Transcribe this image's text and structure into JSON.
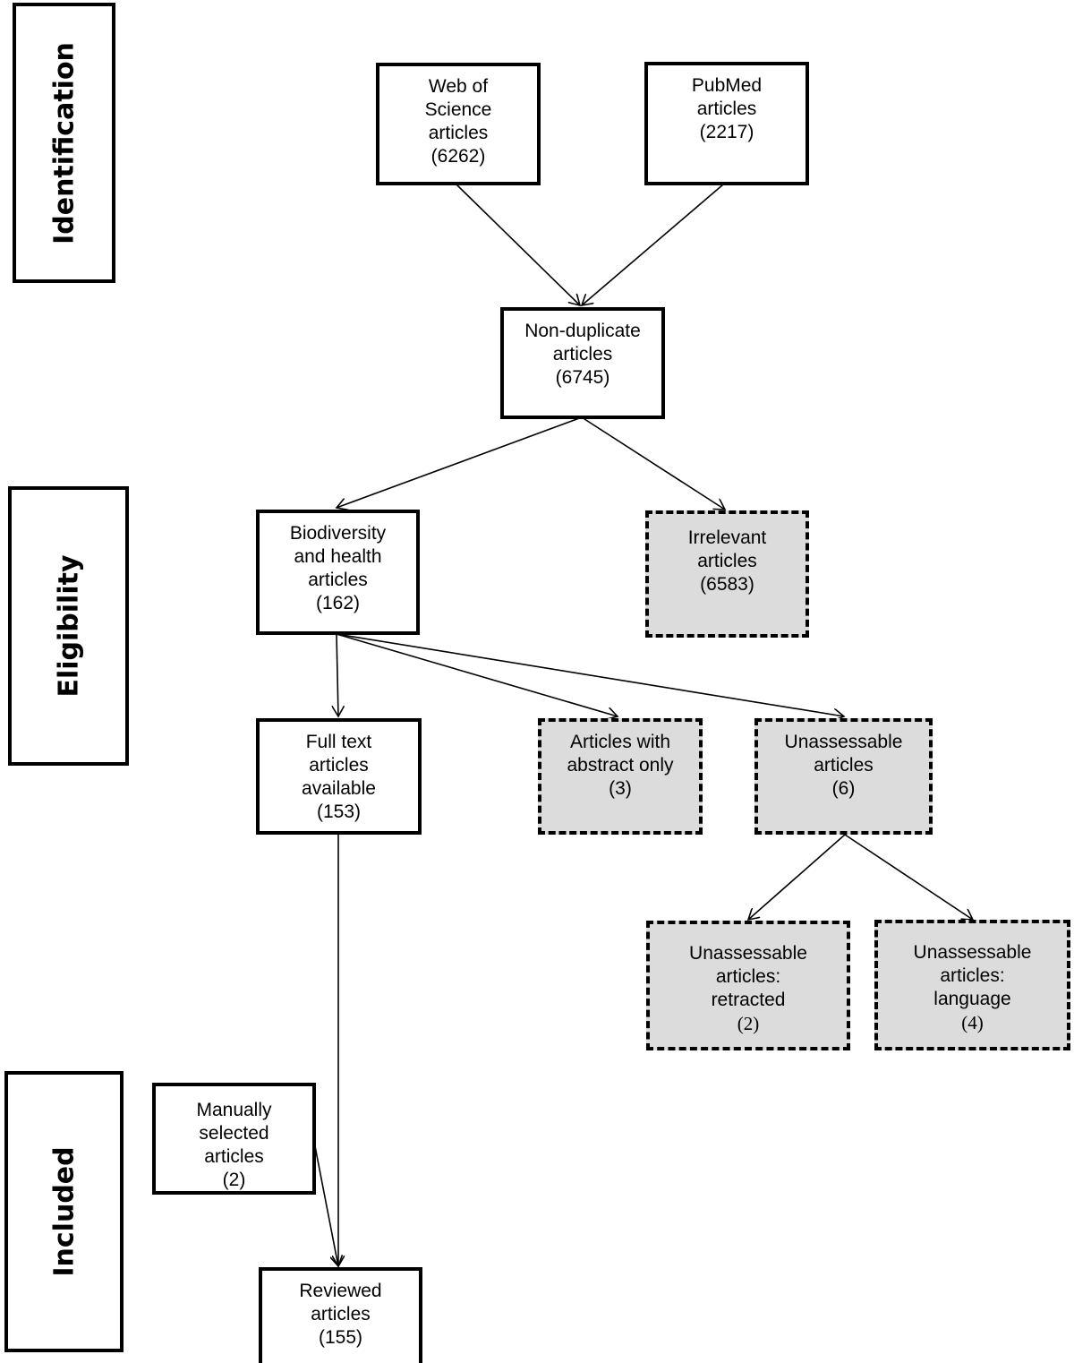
{
  "stages": {
    "identification": "Identification",
    "eligibility": "Eligibility",
    "included": "Included"
  },
  "boxes": {
    "web_of_science": [
      "Web of",
      "Science",
      "articles",
      "(6262)"
    ],
    "pubmed": [
      "PubMed",
      "articles",
      "(2217)"
    ],
    "non_duplicate": [
      "Non-duplicate",
      "articles",
      "(6745)"
    ],
    "biodiversity_health": [
      "Biodiversity",
      "and health",
      "articles",
      "(162)"
    ],
    "irrelevant": [
      "Irrelevant",
      "articles",
      "(6583)"
    ],
    "full_text": [
      "Full text",
      "articles",
      "available",
      "(153)"
    ],
    "abstract_only": [
      "Articles with",
      "abstract only",
      "(3)"
    ],
    "unassessable": [
      "Unassessable",
      "articles",
      "(6)"
    ],
    "unassessable_retracted": [
      "Unassessable",
      "articles:",
      "retracted",
      "(2)"
    ],
    "unassessable_language": [
      "Unassessable",
      "articles:",
      "language",
      "(4)"
    ],
    "manually_selected": [
      "Manually",
      "selected",
      "articles",
      "(2)"
    ],
    "reviewed": [
      "Reviewed",
      "articles",
      "(155)"
    ]
  }
}
